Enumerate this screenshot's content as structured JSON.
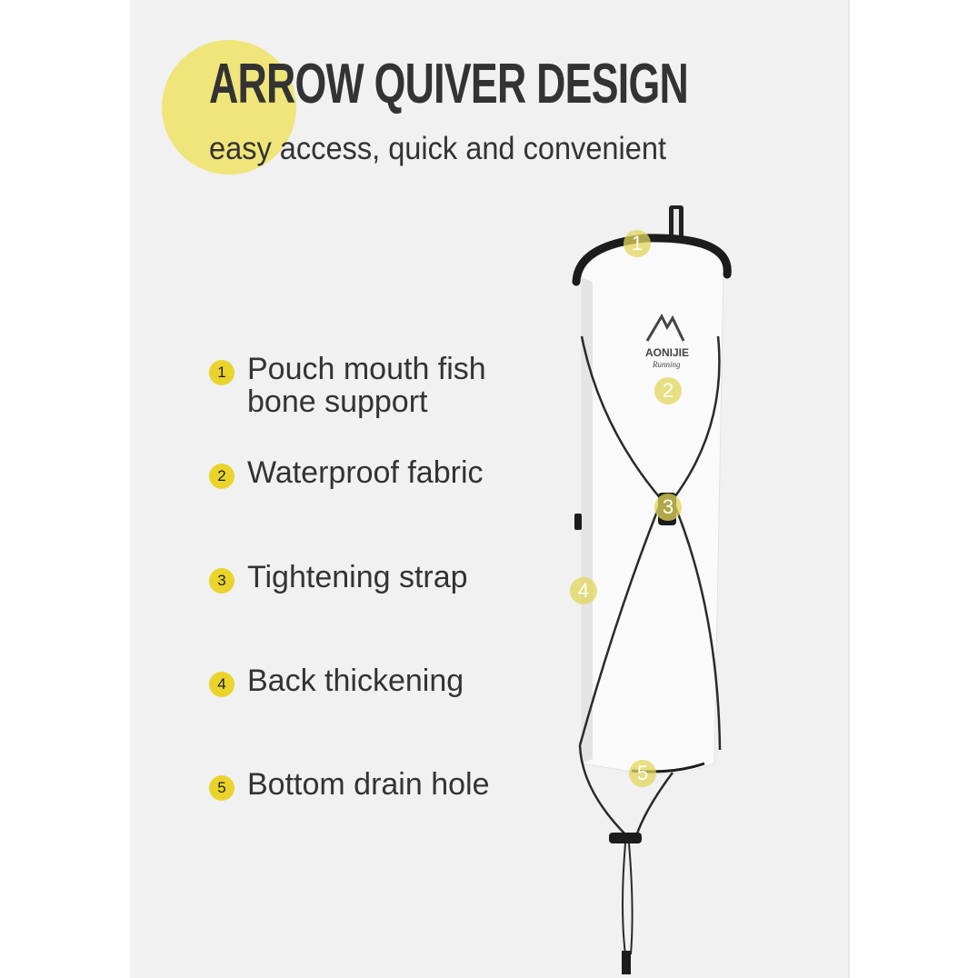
{
  "page": {
    "title": "ARROW QUIVER DESIGN",
    "subtitle": "easy access, quick and convenient"
  },
  "colors": {
    "panel_background": "#f1f1f1",
    "accent_yellow": "#ead42c",
    "decorative_circle": "#efe57a",
    "text": "#333333"
  },
  "features": [
    {
      "number": "1",
      "label": "Pouch mouth fish\nbone support"
    },
    {
      "number": "2",
      "label": "Waterproof fabric"
    },
    {
      "number": "3",
      "label": "Tightening strap"
    },
    {
      "number": "4",
      "label": "Back thickening"
    },
    {
      "number": "5",
      "label": "Bottom drain hole"
    }
  ],
  "product": {
    "brand": "AONIJIE",
    "brand_tagline": "Running",
    "callouts": [
      "1",
      "2",
      "3",
      "4",
      "5"
    ]
  }
}
